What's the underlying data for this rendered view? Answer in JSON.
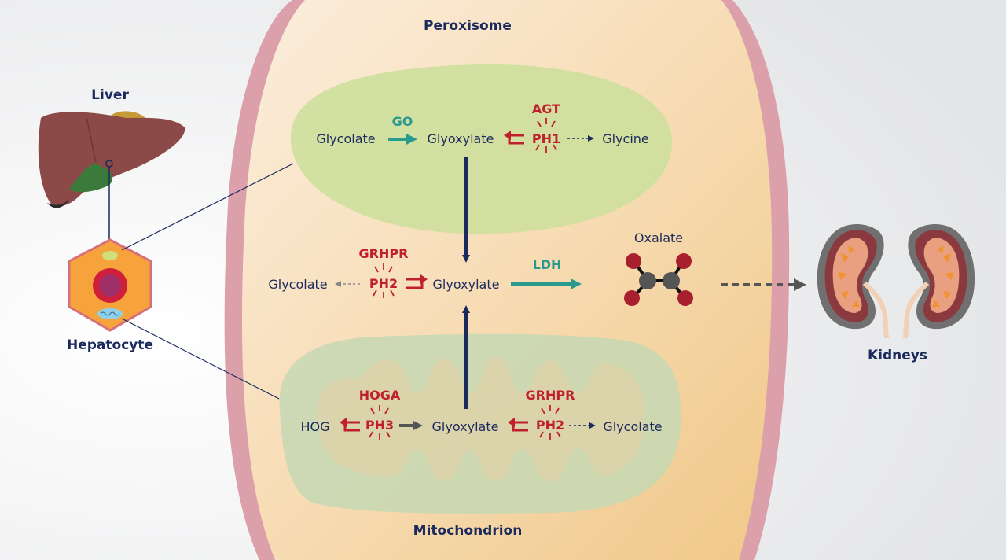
{
  "titles": {
    "liver": "Liver",
    "hepatocyte": "Hepatocyte",
    "peroxisome": "Peroxisome",
    "mitochondrion": "Mitochondrion",
    "kidneys": "Kidneys"
  },
  "peroxisome_pathway": {
    "substrate": "Glycolate",
    "enzyme": "GO",
    "product": "Glyoxylate",
    "deficient_enzyme": "AGT",
    "disorder": "PH1",
    "end_product": "Glycine"
  },
  "cytosol_pathway": {
    "end_product": "Glycolate",
    "deficient_enzyme": "GRHPR",
    "disorder": "PH2",
    "substrate": "Glyoxylate",
    "enzyme": "LDH",
    "product": "Oxalate"
  },
  "mitochondrion_pathway": {
    "substrate": "HOG",
    "deficient_enzyme_1": "HOGA",
    "disorder_1": "PH3",
    "intermediate": "Glyoxylate",
    "deficient_enzyme_2": "GRHPR",
    "disorder_2": "PH2",
    "end_product": "Glycolate"
  },
  "colors": {
    "navy": "#1b2a5c",
    "red": "#c0202e",
    "teal": "#2a9a8e",
    "cell_wall": "#d9a0a8",
    "cytoplasm": "#f6d6a8",
    "peroxisome": "#cfe0a0",
    "mitochondrion": "#c8d8b8"
  }
}
